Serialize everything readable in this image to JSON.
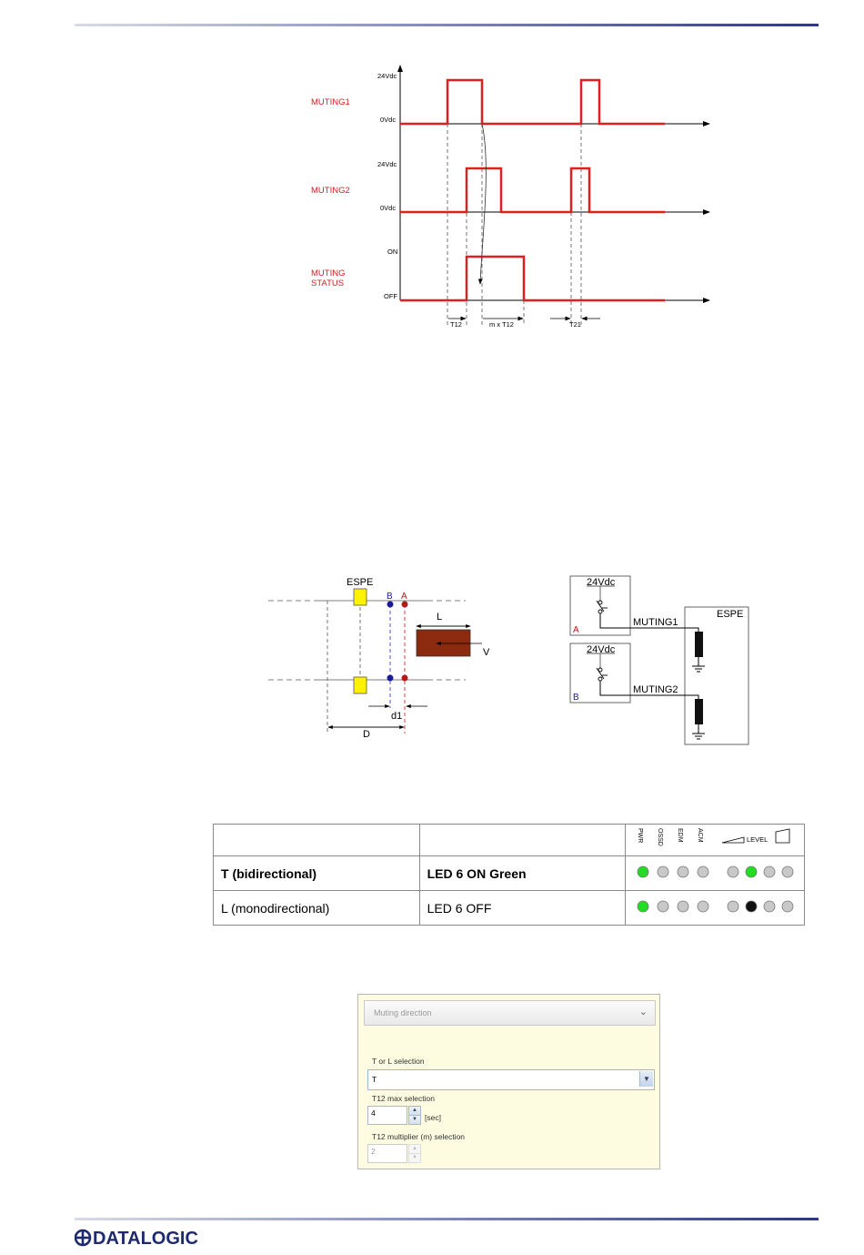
{
  "timing_diagram": {
    "signals": [
      {
        "name": "MUTING1",
        "high_label": "24Vdc",
        "low_label": "0Vdc"
      },
      {
        "name": "MUTING2",
        "high_label": "24Vdc",
        "low_label": "0Vdc"
      },
      {
        "name_line1": "MUTING",
        "name_line2": "STATUS",
        "high_label": "ON",
        "low_label": "OFF"
      }
    ],
    "interval_labels": [
      "T12",
      "m x T12",
      "T21"
    ]
  },
  "layout_diagram": {
    "espe_label": "ESPE",
    "sensor_b": "B",
    "sensor_a": "A",
    "length_label": "L",
    "velocity_label": "V",
    "d1_label": "d1",
    "d_label": "D"
  },
  "wiring_diagram": {
    "supply_a": "24Vdc",
    "supply_b": "24Vdc",
    "sensor_a": "A",
    "sensor_b": "B",
    "line1": "MUTING1",
    "line2": "MUTING2",
    "espe_label": "ESPE"
  },
  "led_table": {
    "led_headers": [
      "PWR",
      "OSSD",
      "EDM",
      "ACM"
    ],
    "level_label": "LEVEL",
    "rows": [
      {
        "mode": "T (bidirectional)",
        "led": "LED 6 ON Green",
        "bold": true,
        "leds": [
          "green",
          "grey",
          "grey",
          "grey",
          "grey",
          "green",
          "grey",
          "grey"
        ]
      },
      {
        "mode": "L (monodirectional)",
        "led": "LED 6 OFF",
        "bold": false,
        "leds": [
          "green",
          "grey",
          "grey",
          "grey",
          "grey",
          "black",
          "grey",
          "grey"
        ]
      }
    ],
    "colors": {
      "green": "#22dd22",
      "grey": "#c8c8c8",
      "black": "#111111"
    }
  },
  "config_panel": {
    "header": "Muting direction",
    "t_or_l_label": "T or L selection",
    "t_or_l_value": "T",
    "t12_label": "T12 max selection",
    "t12_value": "4",
    "t12_unit": "[sec]",
    "multiplier_label": "T12 multiplier (m) selection",
    "multiplier_value": "2"
  },
  "footer": {
    "brand": "DATALOGIC",
    "brand_color": "#1e2a6e"
  }
}
